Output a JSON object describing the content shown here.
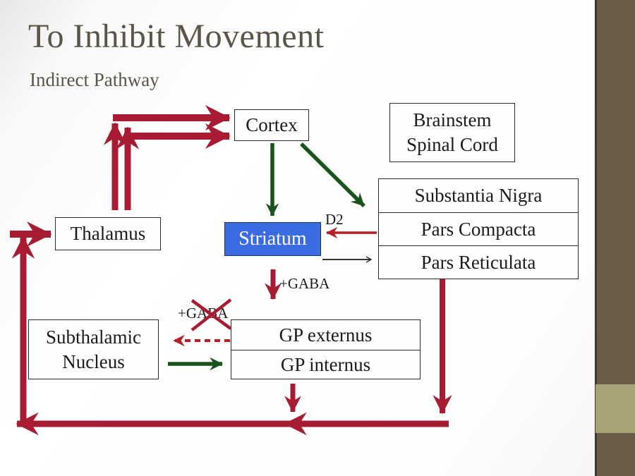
{
  "slide": {
    "title": "To Inhibit Movement",
    "subtitle": "Indirect Pathway",
    "boxes": {
      "cortex": {
        "label": "Cortex"
      },
      "brainstem": {
        "line1": "Brainstem",
        "line2": "Spinal Cord"
      },
      "thalamus": {
        "label": "Thalamus"
      },
      "striatum": {
        "label": "Striatum"
      },
      "substantia_nigra": {
        "rows": [
          "Substantia Nigra",
          "Pars Compacta",
          "Pars Reticulata"
        ]
      },
      "subthalamic_nucleus": {
        "line1": "Subthalamic",
        "line2": "Nucleus"
      },
      "globus_pallidus": {
        "rows": [
          "GP externus",
          "GP internus"
        ]
      }
    },
    "labels": {
      "d2": "D2",
      "gaba": "+GABA",
      "gaba_blocked": "+GABA"
    },
    "colors": {
      "arrow_red": "#a81c33",
      "arrow_red_thin": "#b32126",
      "arrow_green": "#1a531c",
      "arrow_black": "#333333",
      "striatum_fill": "#3a6be2",
      "title": "#5a5547",
      "band_olive": "#6a5e4a",
      "band_khaki": "#a8a377",
      "band_line": "#3e3930"
    }
  }
}
